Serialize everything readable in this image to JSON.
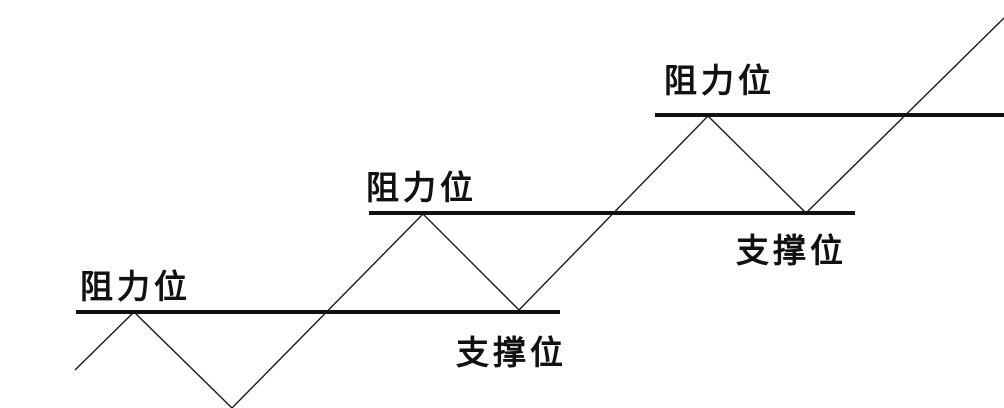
{
  "labels": {
    "resistance_1": "阻力位",
    "resistance_2": "阻力位",
    "resistance_3": "阻力位",
    "support_1": "支撑位",
    "support_2": "支撑位"
  },
  "colors": {
    "background": "#ffffff",
    "lines": "#111111"
  }
}
